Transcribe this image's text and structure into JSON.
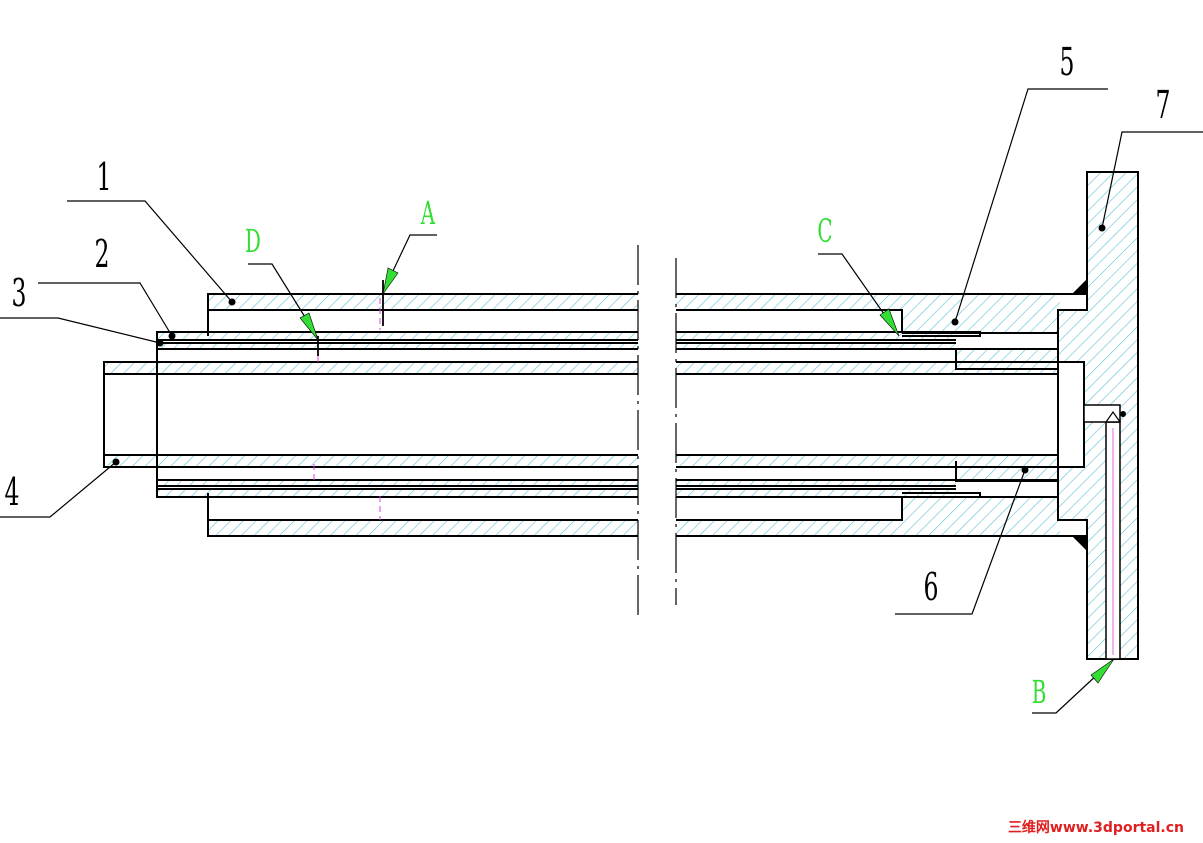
{
  "part_labels": [
    "1",
    "2",
    "3",
    "4",
    "5",
    "6",
    "7"
  ],
  "point_labels": [
    "A",
    "B",
    "C",
    "D"
  ],
  "watermark": "三维网www.3dportal.cn",
  "colors": {
    "hatch": "#5fc0d6",
    "line": "#000000",
    "leader": "#000000",
    "point_label": "#33dd33",
    "centerline": "#e040e0",
    "watermark": "#e02020"
  }
}
